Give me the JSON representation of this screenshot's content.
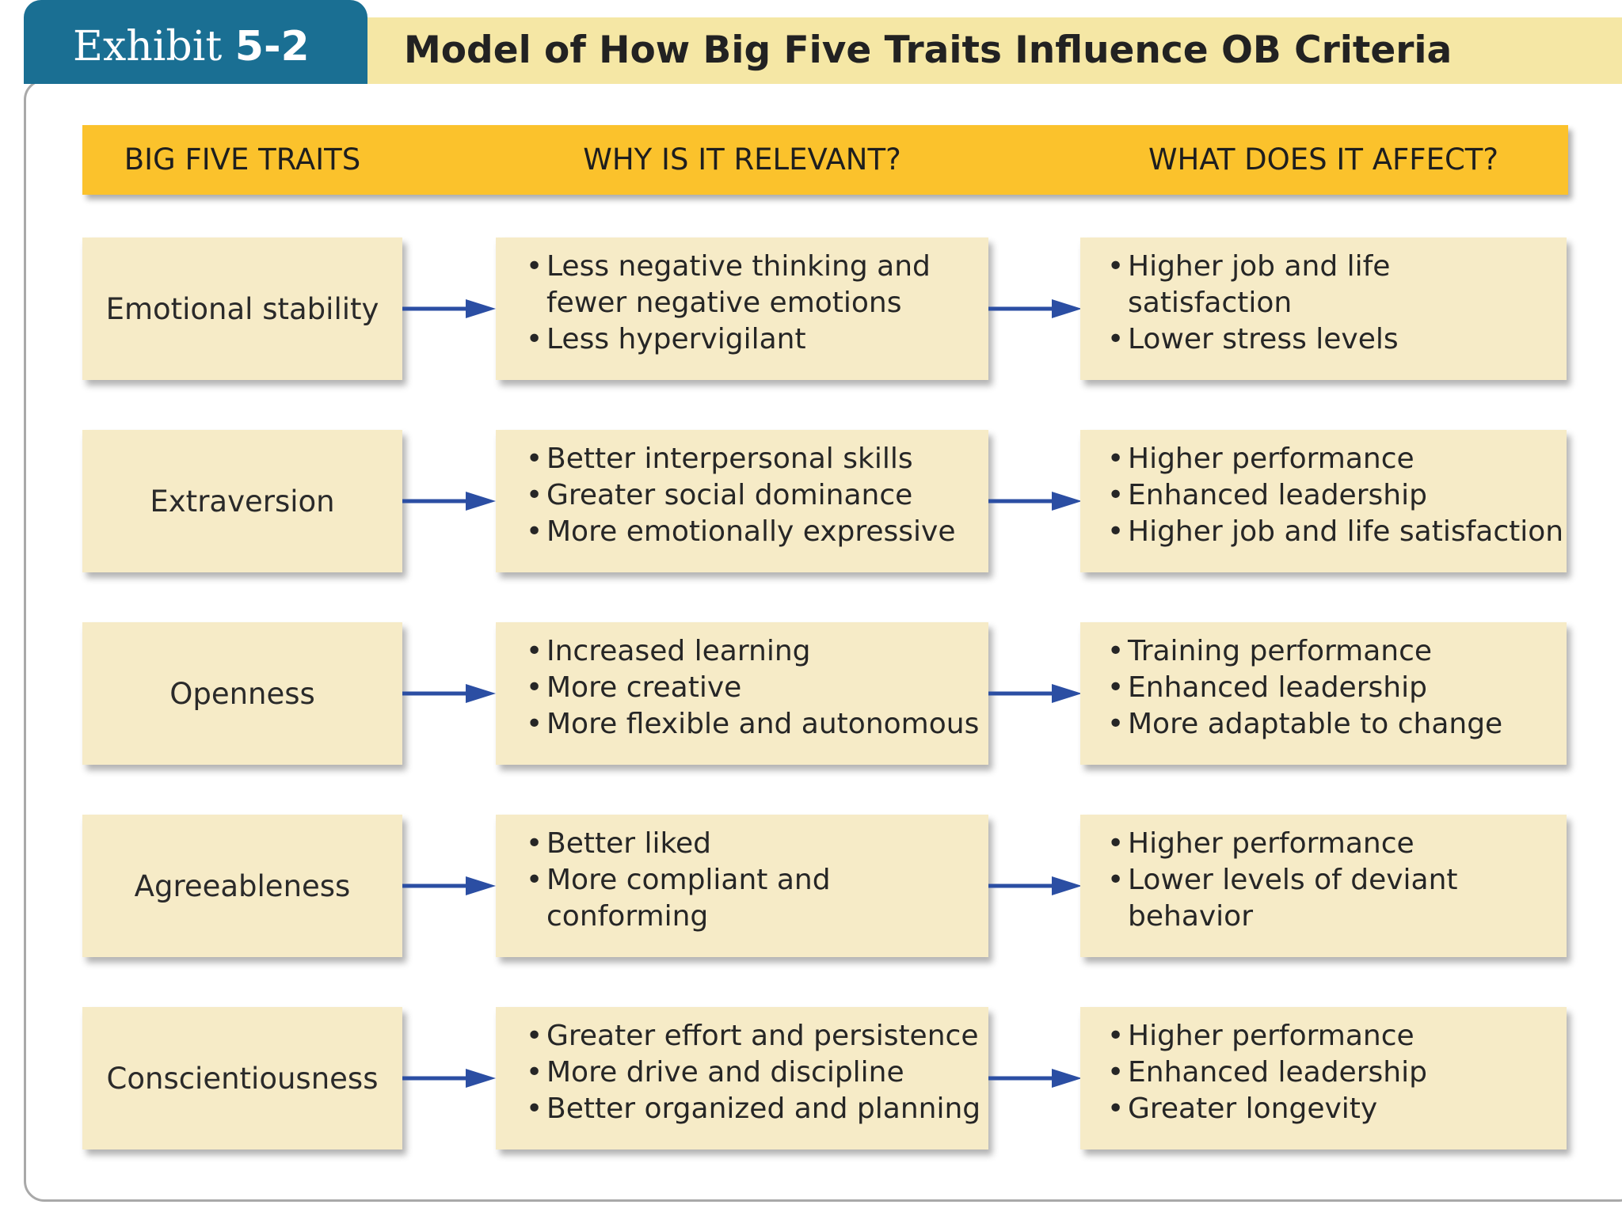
{
  "exhibit": {
    "label": "Exhibit",
    "number": "5-2"
  },
  "title": "Model of How Big Five Traits Influence OB Criteria",
  "headers": {
    "traits": "BIG FIVE TRAITS",
    "why": "WHY IS IT RELEVANT?",
    "affects": "WHAT DOES IT AFFECT?"
  },
  "colors": {
    "tab": "#1a6f93",
    "title_bar": "#f5e7a5",
    "header_band": "#fbc22c",
    "box": "#f6ebc7",
    "arrow": "#2b4ea3"
  },
  "icons": {
    "connector": "right-arrow-icon"
  },
  "rows": [
    {
      "trait": "Emotional stability",
      "why": [
        "Less negative thinking and",
        "fewer negative emotions",
        "Less hypervigilant"
      ],
      "affects": [
        "Higher job and life",
        "satisfaction",
        "Lower stress levels"
      ]
    },
    {
      "trait": "Extraversion",
      "why": [
        "Better interpersonal skills",
        "Greater social dominance",
        "More emotionally expressive"
      ],
      "affects": [
        "Higher performance",
        "Enhanced leadership",
        "Higher job and life satisfaction"
      ]
    },
    {
      "trait": "Openness",
      "why": [
        "Increased learning",
        "More creative",
        "More flexible and autonomous"
      ],
      "affects": [
        "Training performance",
        "Enhanced leadership",
        "More adaptable to change"
      ]
    },
    {
      "trait": "Agreeableness",
      "why": [
        "Better liked",
        "More compliant and",
        "conforming"
      ],
      "affects": [
        "Higher performance",
        "Lower levels of deviant",
        "behavior"
      ]
    },
    {
      "trait": "Conscientiousness",
      "why": [
        "Greater effort and persistence",
        "More drive and discipline",
        "Better organized and planning"
      ],
      "affects": [
        "Higher performance",
        "Enhanced leadership",
        "Greater longevity"
      ]
    }
  ]
}
